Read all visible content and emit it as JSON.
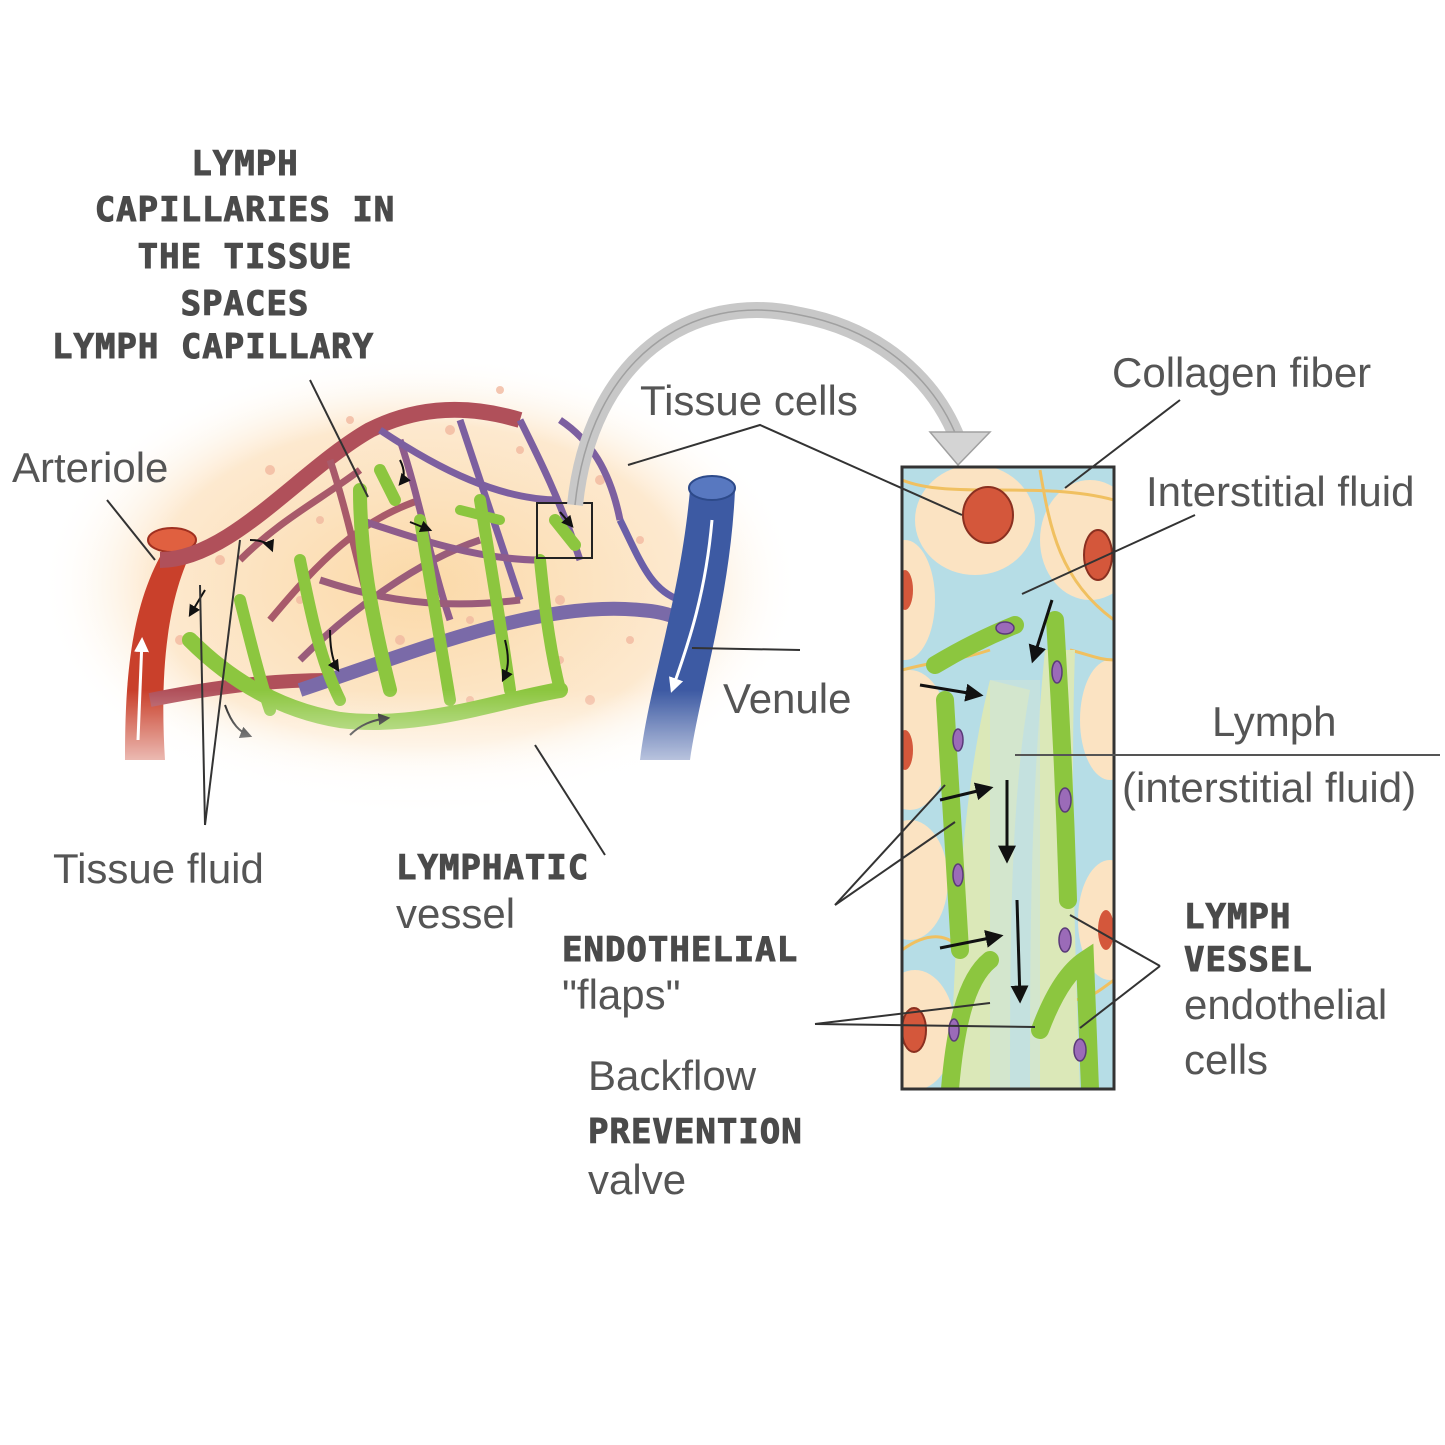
{
  "labels": {
    "title_line1": "LYMPH",
    "title_line2": "CAPILLARIES IN",
    "title_line3": "THE TISSUE",
    "title_line4": "SPACES",
    "lymph_capillary": "LYMPH CAPILLARY",
    "arteriole": "Arteriole",
    "tissue_cells": "Tissue cells",
    "collagen_fiber": "Collagen fiber",
    "interstitial_fluid": "Interstitial fluid",
    "venule": "Venule",
    "lymph": "Lymph",
    "lymph_paren": "(interstitial fluid)",
    "tissue_fluid": "Tissue fluid",
    "lymphatic": "LYMPHATIC",
    "vessel": "vessel",
    "endothelial": "ENDOTHELIAL",
    "flaps": "\"flaps\"",
    "lymph_vessel_1": "LYMPH",
    "lymph_vessel_2": "VESSEL",
    "endothelial_cells_1": "endothelial",
    "endothelial_cells_2": "cells",
    "backflow": "Backflow",
    "prevention": "PREVENTION",
    "valve": "valve"
  },
  "colors": {
    "artery": "#c9402b",
    "vein": "#3d5aa3",
    "capillary_red": "#a85a6a",
    "capillary_purple": "#7c5fa0",
    "lymph_green": "#8cc63f",
    "tissue_bg": "#fbe3c2",
    "fluid_blue": "#b6dde6",
    "nucleus": "#d4573b"
  }
}
